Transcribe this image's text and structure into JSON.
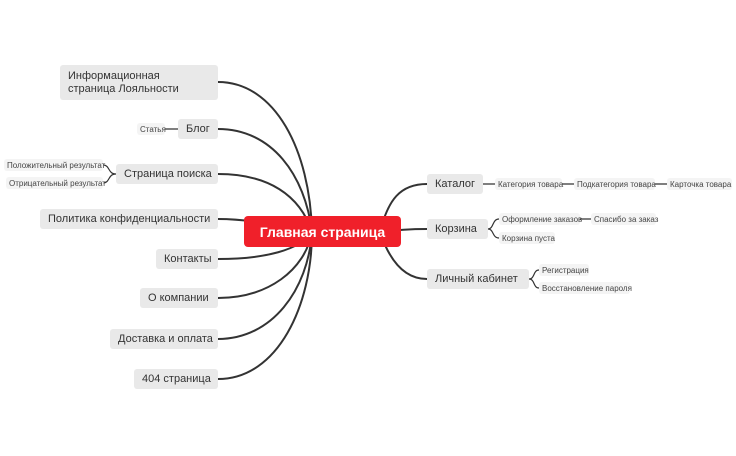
{
  "root": {
    "label": "Главная страница",
    "color": "#f0202a"
  },
  "left": {
    "loyalty": {
      "label": "Информационная страница Лояльности"
    },
    "blog": {
      "label": "Блог",
      "children": [
        "Статья"
      ]
    },
    "search": {
      "label": "Страница поиска",
      "children": [
        "Положительный результат",
        "Отрицательный результат"
      ]
    },
    "privacy": {
      "label": "Политика конфиденциальности"
    },
    "contacts": {
      "label": "Контакты"
    },
    "about": {
      "label": "О компании"
    },
    "delivery": {
      "label": "Доставка и оплата"
    },
    "notfound": {
      "label": "404 страница"
    }
  },
  "right": {
    "catalog": {
      "label": "Каталог",
      "chain": [
        "Категория товара",
        "Подкатегория товара",
        "Карточка товара"
      ]
    },
    "cart": {
      "label": "Корзина",
      "children": [
        "Оформление заказов",
        "Корзина пуста"
      ],
      "grandchild": "Спасибо за заказ"
    },
    "account": {
      "label": "Личный кабинет",
      "children": [
        "Регистрация",
        "Восстановление пароля"
      ]
    }
  },
  "colors": {
    "link": "#333333",
    "branch_bg": "#e9e9e9",
    "leaf_bg": "#f4f4f4"
  }
}
